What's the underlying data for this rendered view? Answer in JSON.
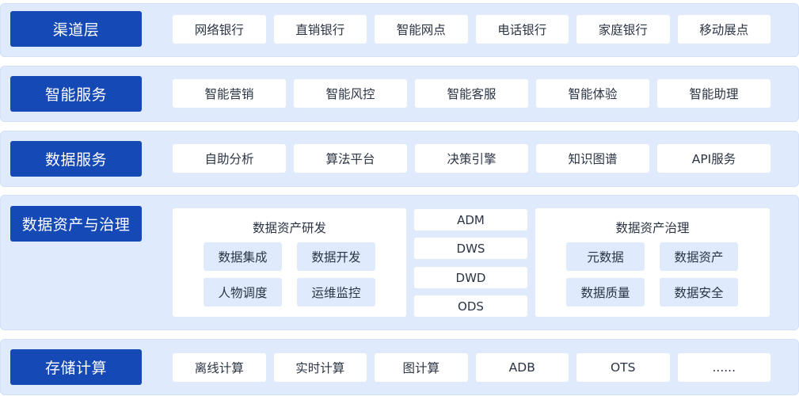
{
  "layers": {
    "channel": {
      "label": "渠道层",
      "items": [
        "网络银行",
        "直销银行",
        "智能网点",
        "电话银行",
        "家庭银行",
        "移动展点"
      ]
    },
    "smart_service": {
      "label": "智能服务",
      "items": [
        "智能营销",
        "智能风控",
        "智能客服",
        "智能体验",
        "智能助理"
      ]
    },
    "data_service": {
      "label": "数据服务",
      "items": [
        "自助分析",
        "算法平台",
        "决策引擎",
        "知识图谱",
        "API服务"
      ]
    },
    "governance": {
      "label": "数据资产与治理",
      "dev": {
        "title": "数据资产研发",
        "items": [
          "数据集成",
          "数据开发",
          "人物调度",
          "运维监控"
        ]
      },
      "warehouse": [
        "ADM",
        "DWS",
        "DWD",
        "ODS"
      ],
      "gov": {
        "title": "数据资产治理",
        "items": [
          "元数据",
          "数据资产",
          "数据质量",
          "数据安全"
        ]
      }
    },
    "storage": {
      "label": "存储计算",
      "items": [
        "离线计算",
        "实时计算",
        "图计算",
        "ADB",
        "OTS",
        "......"
      ]
    }
  },
  "colors": {
    "label_bg": "#1549b5",
    "band_bg": "#dfeafc",
    "cell_bg": "#ffffff",
    "text": "#2b3444"
  }
}
